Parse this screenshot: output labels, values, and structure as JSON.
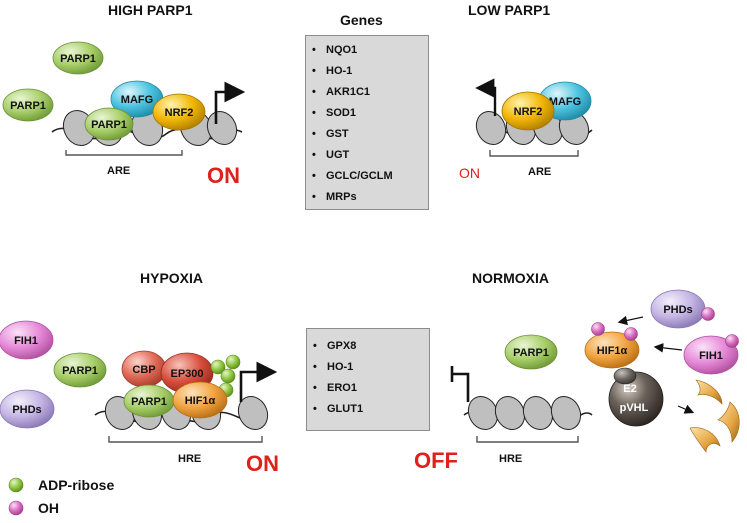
{
  "top_left": {
    "title": "HIGH PARP1",
    "molecules": [
      "PARP1",
      "PARP1",
      "PARP1",
      "MAFG",
      "NRF2"
    ],
    "region_label": "ARE",
    "state": "ON"
  },
  "top_right": {
    "title": "LOW PARP1",
    "molecules": [
      "NRF2",
      "MAFG"
    ],
    "region_label": "ARE",
    "state": "ON"
  },
  "genes_top": {
    "title": "Genes",
    "items": [
      "NQO1",
      "HO-1",
      "AKR1C1",
      "SOD1",
      "GST",
      "UGT",
      "GCLC/GCLM",
      "MRPs"
    ]
  },
  "bottom_left": {
    "title": "HYPOXIA",
    "molecules": [
      "FIH1",
      "PHDs",
      "PARP1",
      "CBP",
      "EP300",
      "PARP1",
      "HIF1α"
    ],
    "region_label": "HRE",
    "state": "ON"
  },
  "genes_bottom": {
    "items": [
      "GPX8",
      "HO-1",
      "ERO1",
      "GLUT1"
    ]
  },
  "bottom_right": {
    "title": "NORMOXIA",
    "molecules": [
      "PARP1",
      "PHDs",
      "HIF1α",
      "FIH1",
      "E2",
      "pVHL"
    ],
    "region_label": "HRE",
    "state": "OFF"
  },
  "legend": {
    "items": [
      {
        "label": "ADP-ribose",
        "color": "#8dc63f"
      },
      {
        "label": "OH",
        "color": "#d96cc0"
      }
    ]
  },
  "colors": {
    "parp1": "#a9cf6b",
    "mafg": "#4cc3e0",
    "nrf2": "#f2b705",
    "fih1": "#e58ad8",
    "phds": "#c3b4e3",
    "cbp": "#e06a56",
    "hif1a": "#f2a442",
    "ep300": "#d94f3d",
    "pvhl": "#3a3430",
    "state_red": "#e0201b"
  }
}
